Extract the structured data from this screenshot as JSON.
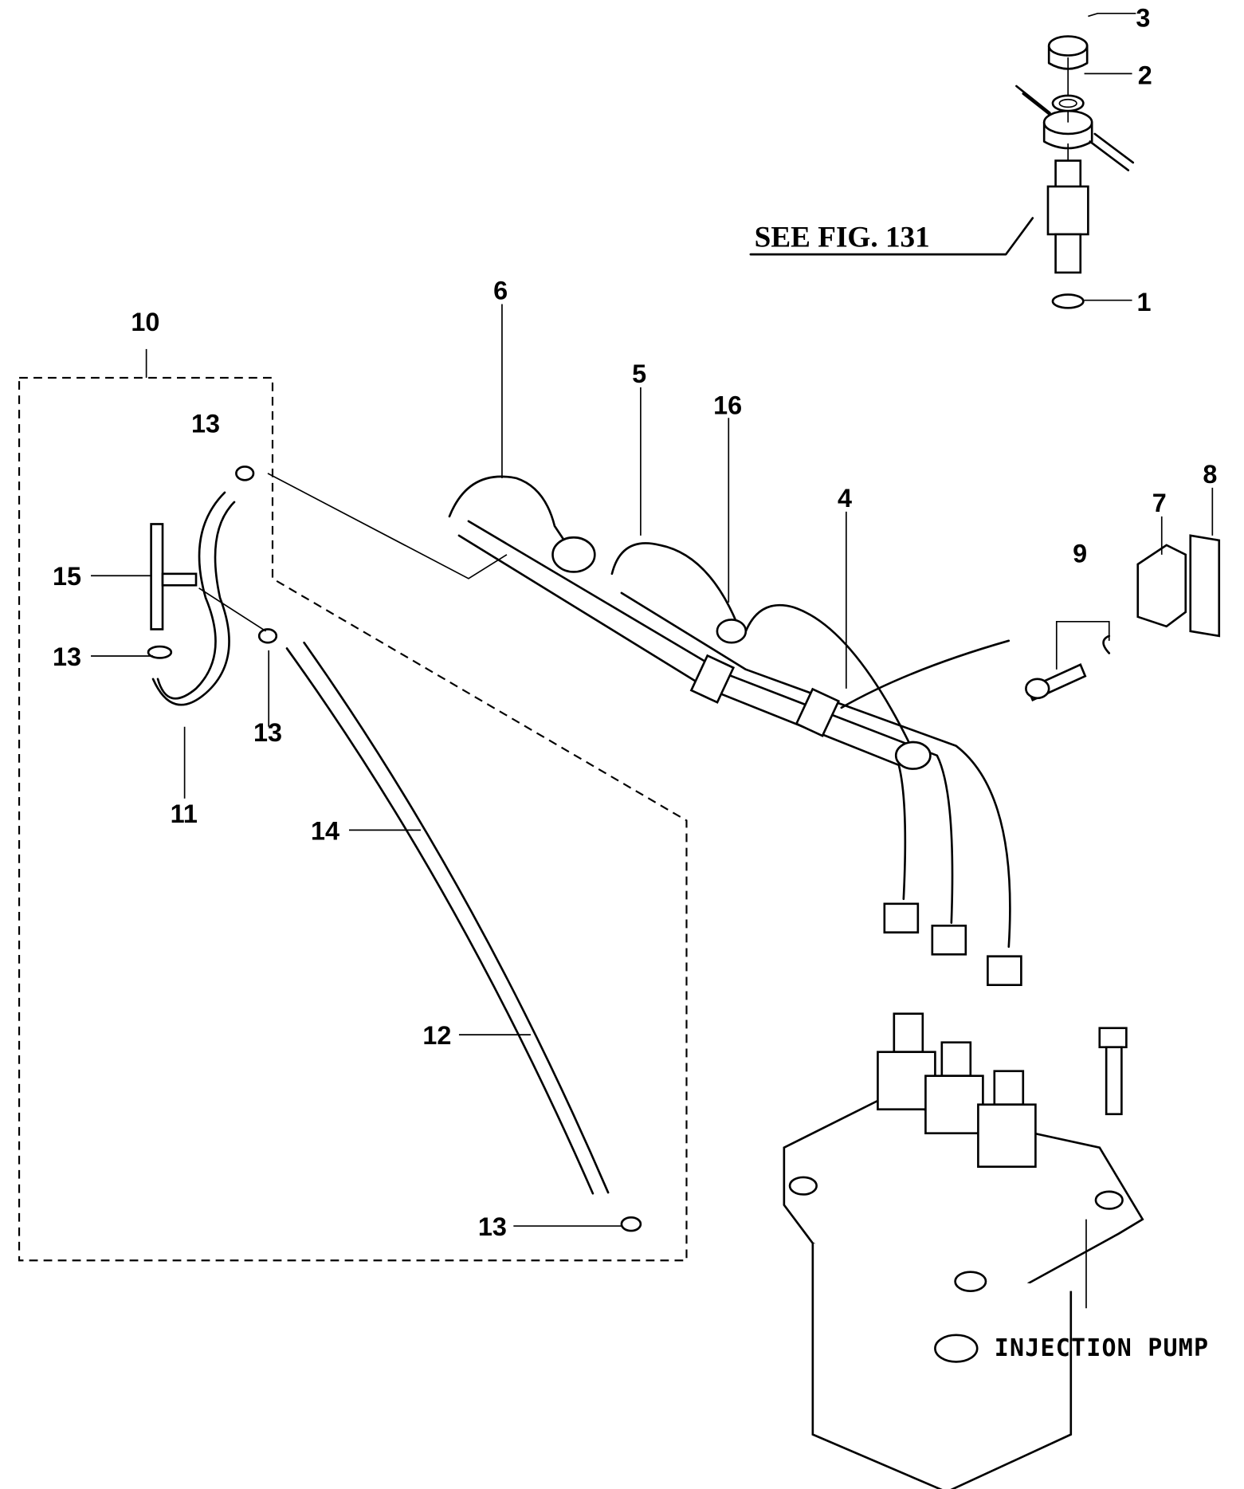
{
  "diagram": {
    "reference": "SEE FIG. 131",
    "assembly_label": "INJECTION PUMP",
    "callouts": [
      "1",
      "2",
      "3",
      "4",
      "5",
      "6",
      "7",
      "8",
      "9",
      "10",
      "11",
      "12",
      "13",
      "14",
      "15",
      "16"
    ],
    "clamp_callouts": [
      "13",
      "13",
      "13",
      "13"
    ]
  }
}
